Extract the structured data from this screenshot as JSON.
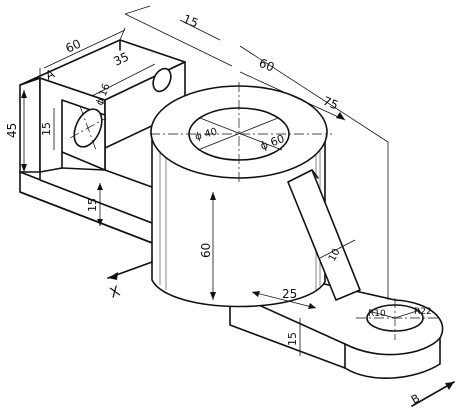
{
  "labels": {
    "dim_60_top": "60",
    "dim_15_top": "15",
    "dim_35": "35",
    "dim_A": "A",
    "dim_phi16": "ϕ 16",
    "dim_45": "45",
    "dim_15_left": "15",
    "dim_15_mid": "15",
    "dim_60_right": "60",
    "dim_75": "75",
    "dim_phi40": "ϕ 40",
    "dim_phi60": "ϕ 60",
    "dim_60_height": "60",
    "dim_10": "10",
    "dim_25": "25",
    "dim_15_bottom": "15",
    "dim_R10": "R10",
    "dim_R22": "R22",
    "view_X": "X",
    "view_B": "B"
  }
}
